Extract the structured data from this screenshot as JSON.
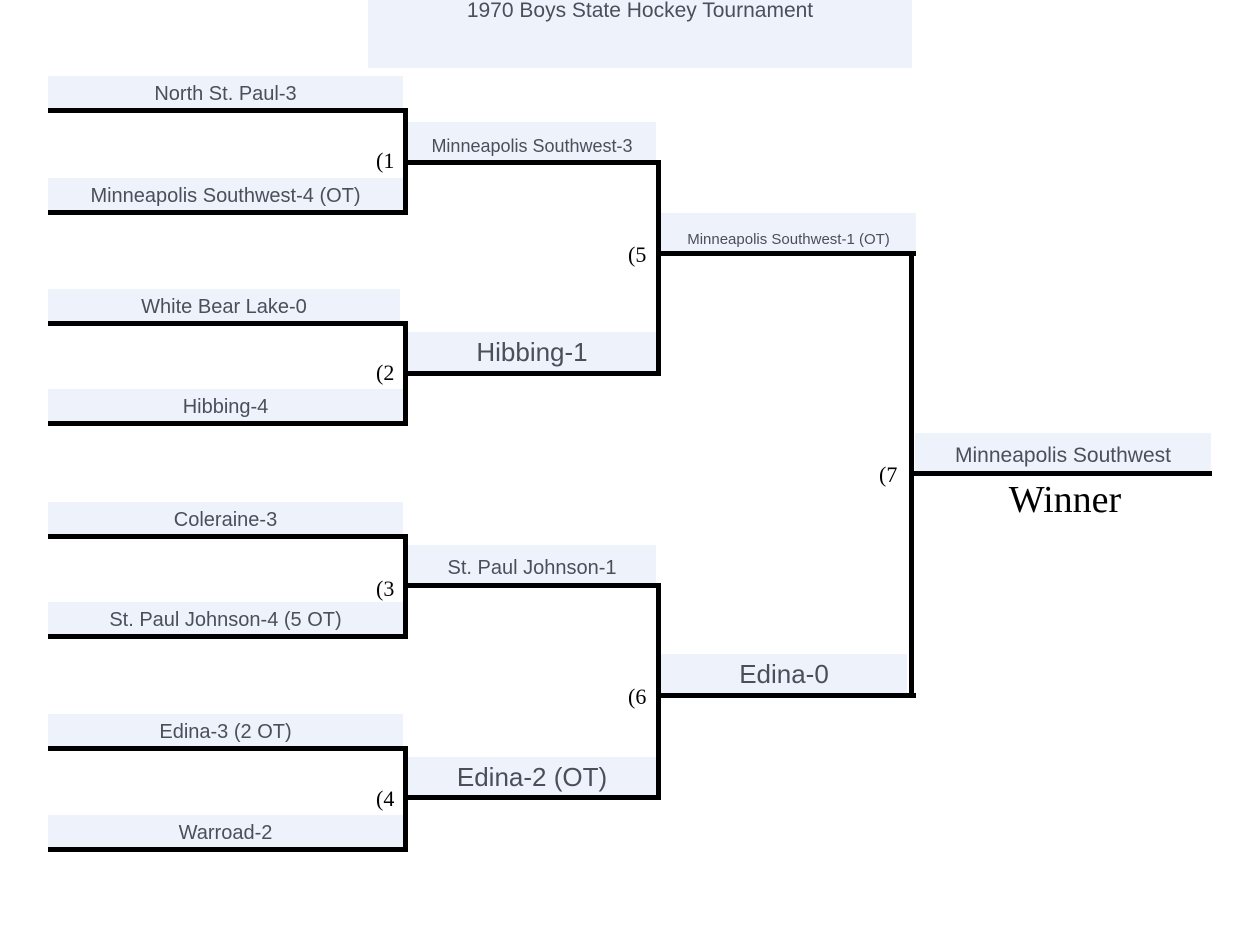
{
  "title": "1970 Boys State Hockey Tournament",
  "round1": [
    {
      "game": "(1",
      "top": "North St. Paul-3",
      "bottom": "Minneapolis Southwest-4 (OT)"
    },
    {
      "game": "(2",
      "top": "White Bear Lake-0",
      "bottom": "Hibbing-4"
    },
    {
      "game": "(3",
      "top": "Coleraine-3",
      "bottom": "St. Paul Johnson-4 (5 OT)"
    },
    {
      "game": "(4",
      "top": "Edina-3 (2 OT)",
      "bottom": "Warroad-2"
    }
  ],
  "round2": [
    {
      "game": "(5",
      "top": "Minneapolis Southwest-3",
      "bottom": "Hibbing-1"
    },
    {
      "game": "(6",
      "top": "St. Paul Johnson-1",
      "bottom": "Edina-2 (OT)"
    }
  ],
  "round3": {
    "game": "(7",
    "top": "Minneapolis Southwest-1 (OT)",
    "bottom": "Edina-0"
  },
  "final": {
    "champion": "Minneapolis Southwest",
    "winner_label": "Winner"
  }
}
